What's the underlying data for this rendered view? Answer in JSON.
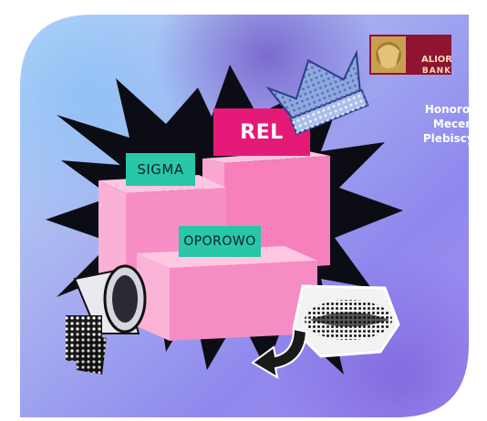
{
  "labels": {
    "rel": "REL",
    "sigma": "SIGMA",
    "oporowo": "OPOROWO"
  },
  "sponsor": {
    "brand_line1": "ALIOR",
    "brand_line2": "BANK",
    "patron_lines": [
      "Honorowy",
      "Mecenas",
      "Plebiscytu"
    ]
  },
  "colors": {
    "pink_block": "#f78ec6",
    "magenta_label": "#e51a78",
    "teal_label": "#27c7a8",
    "burst": "#0c0c14",
    "logo_bg": "#8e1431",
    "logo_gold": "#c9a052",
    "crown": "#8ea9df"
  }
}
